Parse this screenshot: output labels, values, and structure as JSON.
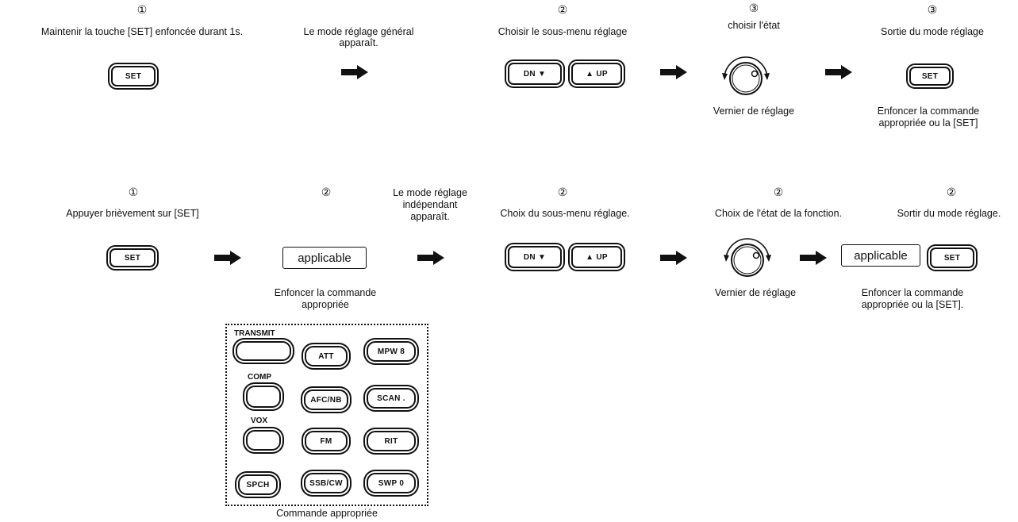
{
  "row1": {
    "step1": {
      "num": "①",
      "text": "Maintenir la touche [SET] enfoncée durant 1s.",
      "key": "SET"
    },
    "step2": {
      "text_line1": "Le mode réglage général",
      "text_line2": "apparaît."
    },
    "step3": {
      "num": "②",
      "text": "Choisir le sous-menu réglage",
      "key_down": "DN ▼",
      "key_up": "▲ UP"
    },
    "step4": {
      "num": "③",
      "text": "choisir l'état",
      "caption": "Vernier de réglage"
    },
    "step5": {
      "num": "③",
      "text": "Sortie du mode réglage",
      "key": "SET",
      "caption_line1": "Enfoncer la commande",
      "caption_line2": "appropriée ou la [SET]"
    }
  },
  "row2": {
    "step1": {
      "num": "①",
      "text": "Appuyer brièvement sur [SET]",
      "key": "SET"
    },
    "step2": {
      "num": "②",
      "box": "applicable",
      "caption_line1": "Enfoncer la commande",
      "caption_line2": "appropriée"
    },
    "step3": {
      "text_line1": "Le mode réglage",
      "text_line2": "indépendant",
      "text_line3": "apparaît."
    },
    "step4": {
      "num": "②",
      "text": "Choix du sous-menu réglage.",
      "key_down": "DN ▼",
      "key_up": "▲ UP"
    },
    "step5": {
      "num": "②",
      "text": "Choix de l'état de la fonction.",
      "caption": "Vernier de réglage"
    },
    "step6": {
      "num": "②",
      "text": "Sortir du mode réglage.",
      "box": "applicable",
      "key": "SET",
      "caption_line1": "Enfoncer la commande",
      "caption_line2": "appropriée ou la [SET]."
    }
  },
  "panel": {
    "caption": "Commande appropriée",
    "labels": {
      "transmit": "TRANSMIT",
      "comp": "COMP",
      "vox": "VOX"
    },
    "keys": {
      "att": "ATT",
      "mpw": "MPW 8",
      "afc": "AFC/NB",
      "scan": "SCAN .",
      "fm": "FM",
      "rit": "RIT",
      "spch": "SPCH",
      "ssb": "SSB/CW",
      "swp": "SWP 0"
    }
  },
  "colors": {
    "ink": "#111111",
    "background": "#ffffff"
  }
}
